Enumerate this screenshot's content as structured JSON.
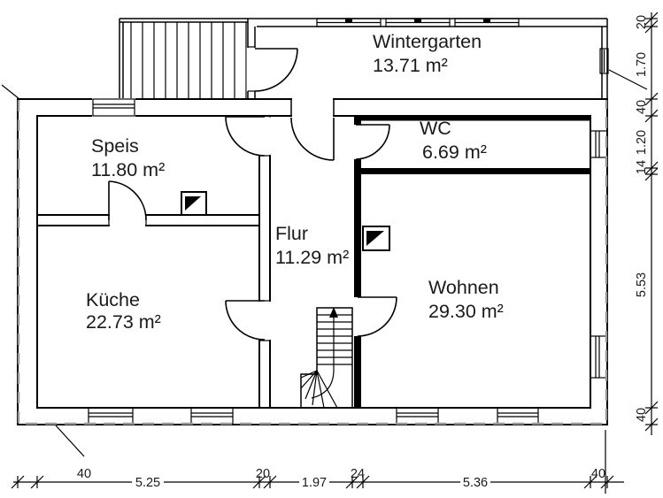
{
  "plan": {
    "rooms": [
      {
        "id": "wintergarten",
        "name": "Wintergarten",
        "area": "13.71 m²"
      },
      {
        "id": "speis",
        "name": "Speis",
        "area": "11.80 m²"
      },
      {
        "id": "wc",
        "name": "WC",
        "area": "6.69 m²"
      },
      {
        "id": "flur",
        "name": "Flur",
        "area": "11.29 m²"
      },
      {
        "id": "kueche",
        "name": "Küche",
        "area": "22.73 m²"
      },
      {
        "id": "wohnen",
        "name": "Wohnen",
        "area": "29.30 m²"
      }
    ],
    "dimensions": {
      "right": [
        "20",
        "1.70",
        "40",
        "1.20",
        "14",
        "5.53",
        "40"
      ],
      "bottom": [
        "40",
        "5.25",
        "20",
        "1.97",
        "24",
        "5.36",
        "40"
      ]
    },
    "colors": {
      "line": "#000000",
      "text": "#1a1a1a",
      "wall_fill": "#000000",
      "overhang_dash": "#999999",
      "background": "#ffffff"
    }
  }
}
